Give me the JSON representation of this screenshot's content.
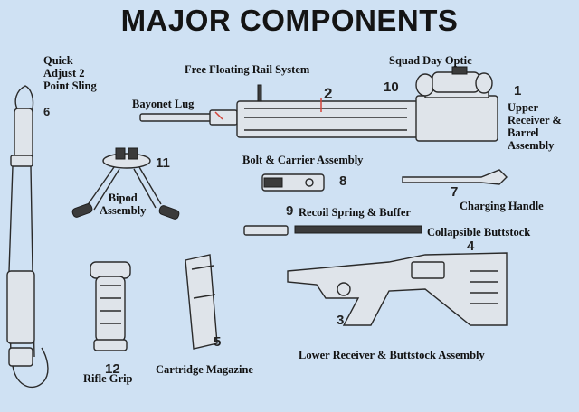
{
  "title": "MAJOR COMPONENTS",
  "components": [
    {
      "number": "1",
      "label_lines": [
        "Upper",
        "Receiver &",
        "Barrel",
        "Assembly"
      ]
    },
    {
      "number": "2",
      "label_lines": [
        "Free Floating Rail System"
      ]
    },
    {
      "number": "3",
      "label_lines": [
        "Lower Receiver & Buttstock Assembly"
      ]
    },
    {
      "number": "4",
      "label_lines": [
        "Collapsible Buttstock"
      ]
    },
    {
      "number": "5",
      "label_lines": [
        "Cartridge Magazine"
      ]
    },
    {
      "number": "6",
      "label_lines": [
        "Quick",
        "Adjust 2",
        "Point Sling"
      ]
    },
    {
      "number": "7",
      "label_lines": [
        "Charging Handle"
      ]
    },
    {
      "number": "8",
      "label_lines": [
        "Bolt & Carrier Assembly"
      ]
    },
    {
      "number": "9",
      "label_lines": [
        "Recoil Spring & Buffer"
      ]
    },
    {
      "number": "10",
      "label_lines": [
        "Squad Day Optic"
      ]
    },
    {
      "number": "11",
      "label_lines": [
        "Bipod",
        "Assembly"
      ]
    },
    {
      "number": "12",
      "label_lines": [
        "Rifle Grip"
      ]
    }
  ],
  "extra_labels": {
    "bayonet_lug": "Bayonet Lug"
  },
  "colors": {
    "background": "#cfe1f3",
    "callout_arrow": "#d2453a",
    "ink": "#2a2a2a"
  }
}
